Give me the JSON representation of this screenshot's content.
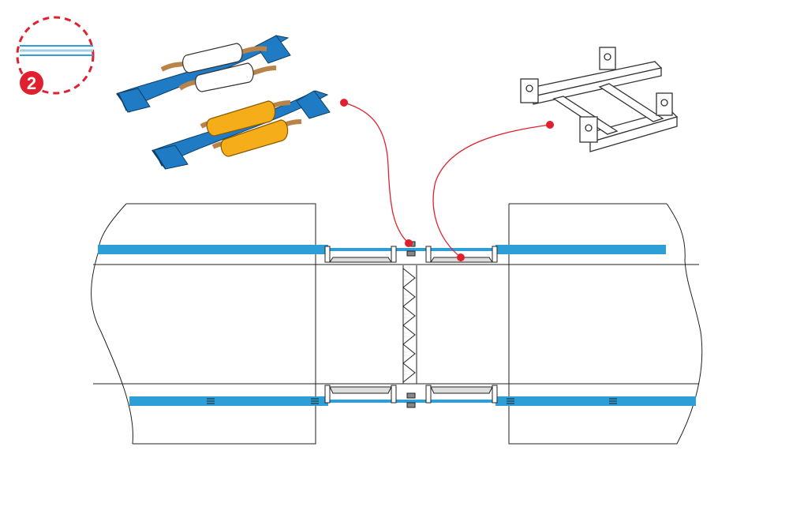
{
  "step_badge": {
    "number": "2"
  },
  "colors": {
    "cable_blue": "#2e9fd6",
    "insulation_blue": "#1f7cc4",
    "joint_yellow": "#f5ae1a",
    "joint_white": "#ffffff",
    "callout_red": "#e0202e",
    "wire_brown": "#b9844a",
    "line": "#222222"
  },
  "icons": [
    "step-badge-icon",
    "cable-joint-white-icon",
    "cable-joint-yellow-icon",
    "joint-support-frame-icon"
  ],
  "callouts": [
    {
      "name": "callout-cable-joints",
      "target": "joint-marker-top-left"
    },
    {
      "name": "callout-support-frame",
      "target": "joint-bracket-top-right"
    }
  ]
}
